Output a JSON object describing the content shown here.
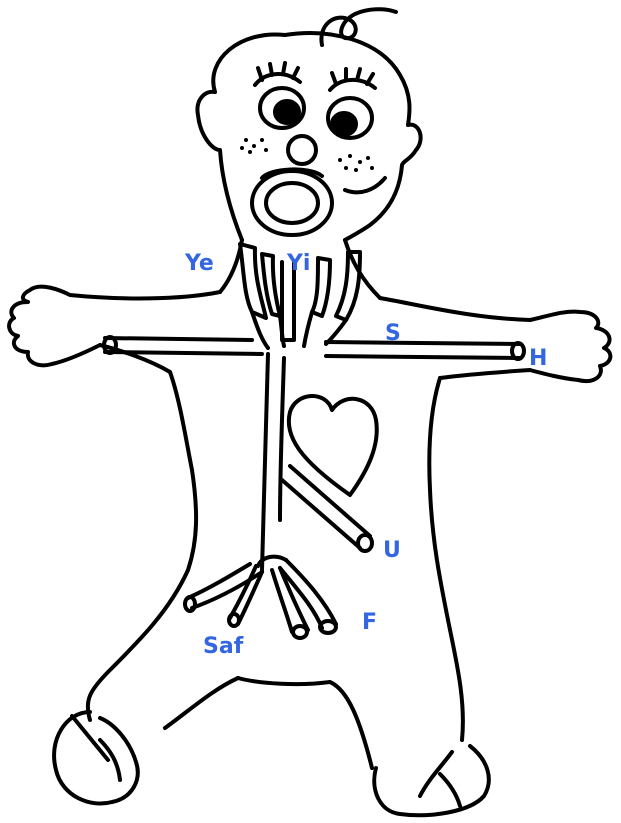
{
  "labels": {
    "ye": "Ye",
    "yi": "Yi",
    "s": "S",
    "h": "H",
    "u": "U",
    "f": "F",
    "saf": "Saf"
  },
  "colors": {
    "ink": "#000000",
    "label": "#3366e0",
    "background": "#ffffff"
  }
}
